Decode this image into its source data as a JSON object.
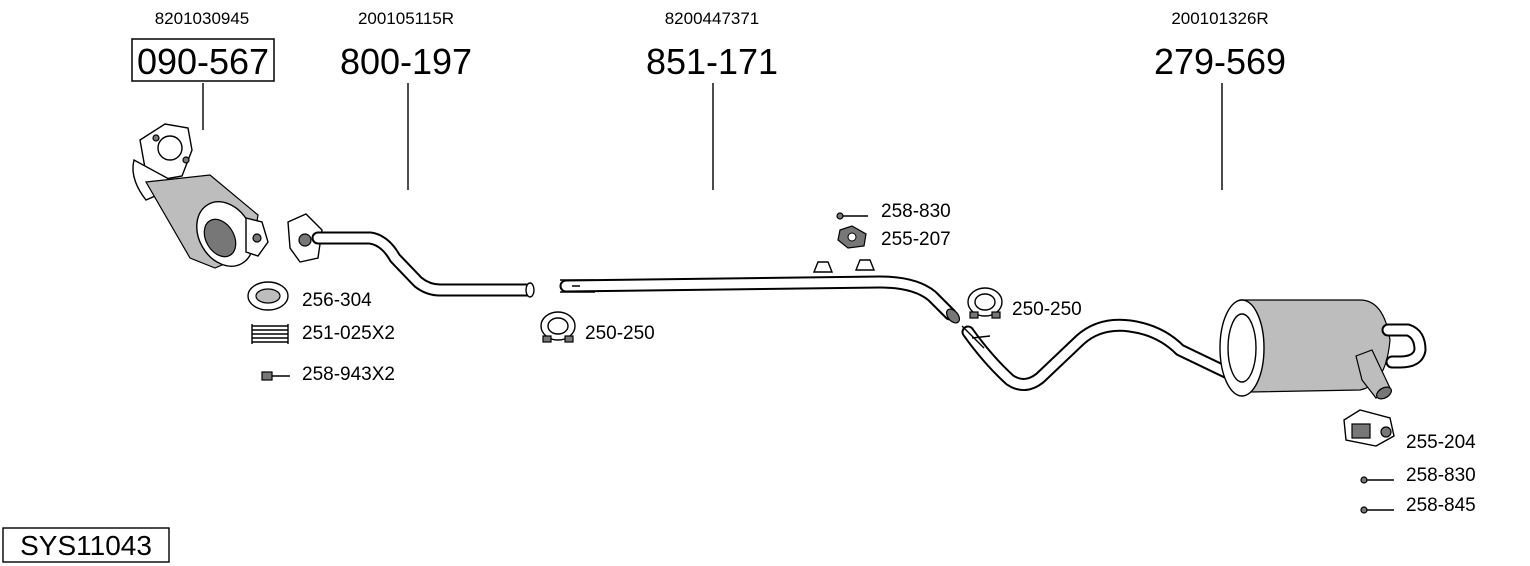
{
  "main_parts": [
    {
      "oem": "8201030945",
      "part": "090-567",
      "boxed": true
    },
    {
      "oem": "200105115R",
      "part": "800-197",
      "boxed": false
    },
    {
      "oem": "8200447371",
      "part": "851-171",
      "boxed": false
    },
    {
      "oem": "200101326R",
      "part": "279-569",
      "boxed": false
    }
  ],
  "accessories": [
    {
      "part": "256-304",
      "icon": "gasket-ring-icon"
    },
    {
      "part": "251-025X2",
      "icon": "spring-icon"
    },
    {
      "part": "258-943X2",
      "icon": "bolt-icon"
    },
    {
      "part": "250-250",
      "icon": "clamp-icon"
    },
    {
      "part": "258-830",
      "icon": "bolt-icon"
    },
    {
      "part": "255-207",
      "icon": "rubber-mount-icon"
    },
    {
      "part": "250-250",
      "icon": "clamp-icon"
    },
    {
      "part": "255-204",
      "icon": "bracket-icon"
    },
    {
      "part": "258-830",
      "icon": "bolt-icon"
    },
    {
      "part": "258-845",
      "icon": "bolt-icon"
    }
  ],
  "system_id": "SYS11043"
}
